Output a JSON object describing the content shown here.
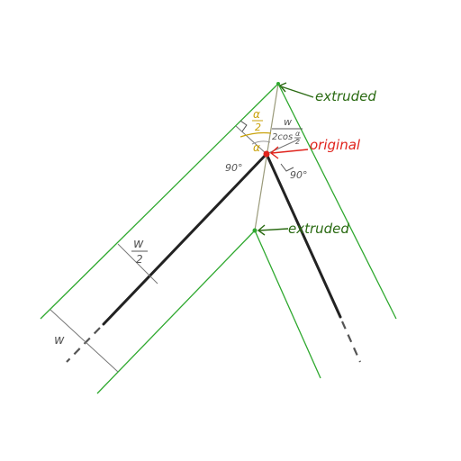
{
  "labels": {
    "extruded_top": "extruded",
    "extruded_mid": "extruded",
    "original": "original",
    "w_over_2_num": "w",
    "w_over_2_den": "2",
    "w_left": "w",
    "alpha_over_2_num": "α",
    "alpha_over_2_den": "2",
    "alpha": "α",
    "w_over_2cos_num": "w",
    "w_over_2cos_den": "2cos",
    "w_over_2cos_alpha_num": "α",
    "w_over_2cos_alpha_den": "2",
    "angle_90_left": "90°",
    "angle_90_right": "90°"
  },
  "colors": {
    "green": "#2ea82e",
    "red": "#e0231c",
    "gold": "#c9a20a",
    "dark_line": "#222222",
    "gray": "#777777"
  }
}
